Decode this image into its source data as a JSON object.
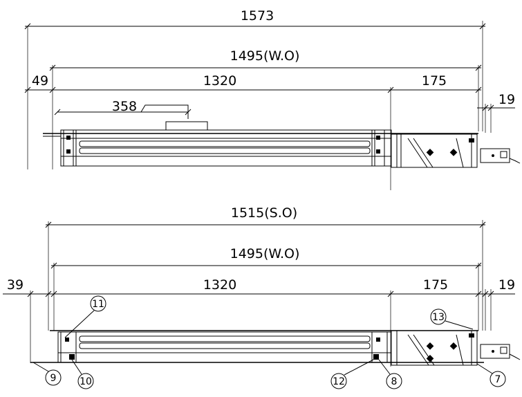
{
  "drawing": {
    "top_view": {
      "dim_overall": "1573",
      "dim_width": "1495(W.O)",
      "dim_left": "49",
      "dim_main": "1320",
      "dim_box": "175",
      "dim_end": "19",
      "dim_inner": "358"
    },
    "bottom_view": {
      "dim_overall": "1515(S.O)",
      "dim_width": "1495(W.O)",
      "dim_left": "39",
      "dim_main": "1320",
      "dim_box": "175",
      "dim_end": "19",
      "callouts": [
        "9",
        "10",
        "11",
        "12",
        "8",
        "13",
        "7"
      ]
    }
  }
}
